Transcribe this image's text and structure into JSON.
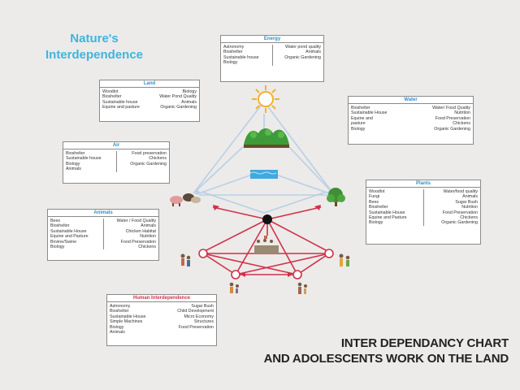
{
  "title": {
    "line1": "Nature's",
    "line2": "Interdependence"
  },
  "caption": {
    "line1": "INTER DEPENDANCY CHART",
    "line2": "AND ADOLESCENTS WORK ON THE LAND"
  },
  "colors": {
    "blue_heading": "#2d8fd0",
    "red_heading": "#d0314a",
    "title": "#3fb4de",
    "red_lines": "#d0314a",
    "blue_lines": "#b9cfe6"
  },
  "boxes": {
    "energy": {
      "heading": "Energy",
      "left": [
        "Astronomy",
        "Bioshelter",
        "Sustainable house",
        "Biology"
      ],
      "right": [
        "Water pond quality",
        "Animals",
        "Organic Gardening"
      ]
    },
    "land": {
      "heading": "Land",
      "left": [
        "Woodlot",
        "Bioshelter",
        "Sustainable house",
        "Equine and pasture"
      ],
      "right": [
        "Biology",
        "Water Pond Quality",
        "Animals",
        "Organic Gardening"
      ]
    },
    "water": {
      "heading": "Water",
      "left": [
        "Bioshelter",
        "Sustainable House",
        "Equine and",
        "pasture",
        "Biology"
      ],
      "right": [
        "Water/ Food Quality",
        "Nutrition",
        "Food Preservation",
        "Chickens",
        "Organic Gardening"
      ]
    },
    "air": {
      "heading": "Air",
      "left": [
        "Bioshelter",
        "Sustainable house",
        "Biology",
        "Animals"
      ],
      "right": [
        "Food preservation",
        "Chickens",
        "Organic Gardening"
      ]
    },
    "plants": {
      "heading": "Plants",
      "left": [
        "Woodlot",
        "Fungi",
        "Bees",
        "Bioshelter",
        "Sustainable House",
        "Equine and Pasture",
        "Biology"
      ],
      "right": [
        "Water/food quality",
        "Animals",
        "Sugar Bush",
        "Nutrition",
        "Food Preservation",
        "Chickens",
        "Organic Gardening"
      ]
    },
    "animals": {
      "heading": "Animals",
      "left": [
        "Bees",
        "Bioshelter",
        "Sustainable House",
        "Equine and Pasture",
        "Bovine/Swine",
        "Biology"
      ],
      "right": [
        "Water / Food Quality",
        "Animals",
        "Chicken Habitat",
        "Nutrition",
        "Food Preservation",
        "Chickens"
      ]
    },
    "human": {
      "heading": "Human Interdependence",
      "left": [
        "Astronomy",
        "Bioshelter",
        "Sustainable House",
        "Simple Machines",
        "Biology",
        "Animals"
      ],
      "right": [
        "Sugar Bush",
        "Child Development",
        "Micro Economy",
        "Structures",
        "Food Preservation"
      ]
    }
  },
  "icons": {
    "sun": "sun-icon",
    "hills": "green-hills-icon",
    "water": "water-icon",
    "animals": "farm-animals-icon",
    "tree": "tree-icon",
    "hub": "hub-node-icon"
  }
}
